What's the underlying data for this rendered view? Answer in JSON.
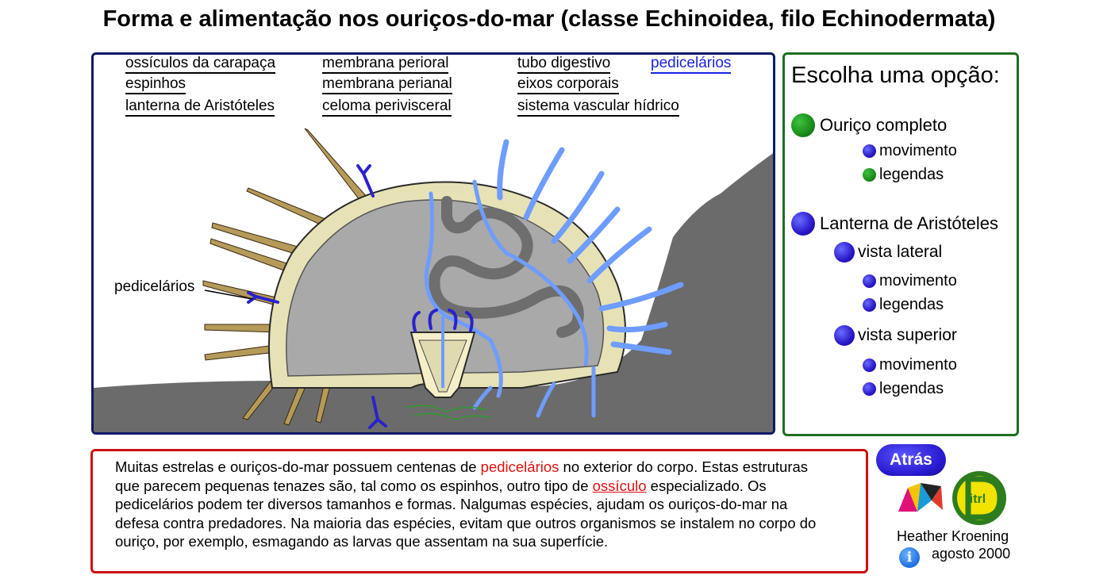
{
  "title": "Forma e alimentação nos ouriços-do-mar (classe Echinoidea, filo Echinodermata)",
  "diagram": {
    "labels": [
      "ossículos da carapaça",
      "membrana perioral",
      "tubo digestivo",
      "pedicelários",
      "espinhos",
      "membrana perianal",
      "eixos corporais",
      "lanterna de Aristóteles",
      "celoma perivisceral",
      "sistema vascular hídrico"
    ],
    "active_label": "pedicelários",
    "callout": "pedicelários"
  },
  "menu": {
    "title": "Escolha uma opção:",
    "items": [
      {
        "label": "Ouriço completo"
      },
      {
        "label": "movimento"
      },
      {
        "label": "legendas"
      },
      {
        "label": "Lanterna de Aristóteles"
      },
      {
        "label": "vista lateral"
      },
      {
        "label": "movimento"
      },
      {
        "label": "legendas"
      },
      {
        "label": "vista superior"
      },
      {
        "label": "movimento"
      },
      {
        "label": "legendas"
      }
    ]
  },
  "description": {
    "t1": "Muitas estrelas e ouriços-do-mar possuem centenas de ",
    "k1": "pedicelários",
    "t2": " no exterior do corpo. Estas estruturas que parecem pequenas tenazes são, tal como os espinhos, outro tipo de ",
    "k2": "ossículo",
    "t3": " especializado. Os pedicelários podem ter diversos tamanhos e formas. Nalgumas espécies, ajudam os ouriços-do-mar na defesa contra predadores. Na maioria das espécies, evitam que outros organismos se instalem no corpo do ouriço, por exemplo, esmagando as larvas que assentam na sua superfície."
  },
  "back_button": "Atrás",
  "logo_text": "itrl",
  "author": "Heather Kroening",
  "date": "agosto 2000",
  "info_icon_text": "i",
  "colors": {
    "diagram_border": "#111a66",
    "menu_border": "#1f6e1f",
    "text_border": "#cc1111",
    "keyword": "#dd1111",
    "active_label": "#1a24e0",
    "rock": "#6b6b6b",
    "body_cavity": "#a9a9a9",
    "gut": "#6e6e6e",
    "test": "#e6e2b6",
    "spine": "#b59a5a",
    "water_vascular": "#6e9cff",
    "pedicellaria": "#2a22cc",
    "menu_dot_primary": "#2a17c8",
    "menu_dot_selected": "#1a8a1a"
  }
}
